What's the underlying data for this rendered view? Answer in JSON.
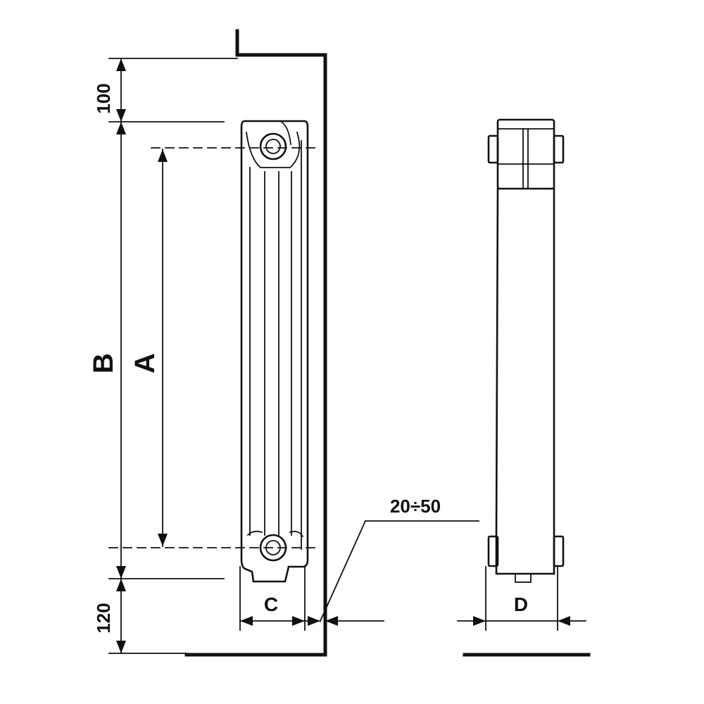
{
  "labels": {
    "top_clearance": "100",
    "bottom_clearance": "120",
    "overall_height": "B",
    "axis_distance": "A",
    "section_depth": "C",
    "wall_gap": "20÷50",
    "section_width": "D"
  }
}
